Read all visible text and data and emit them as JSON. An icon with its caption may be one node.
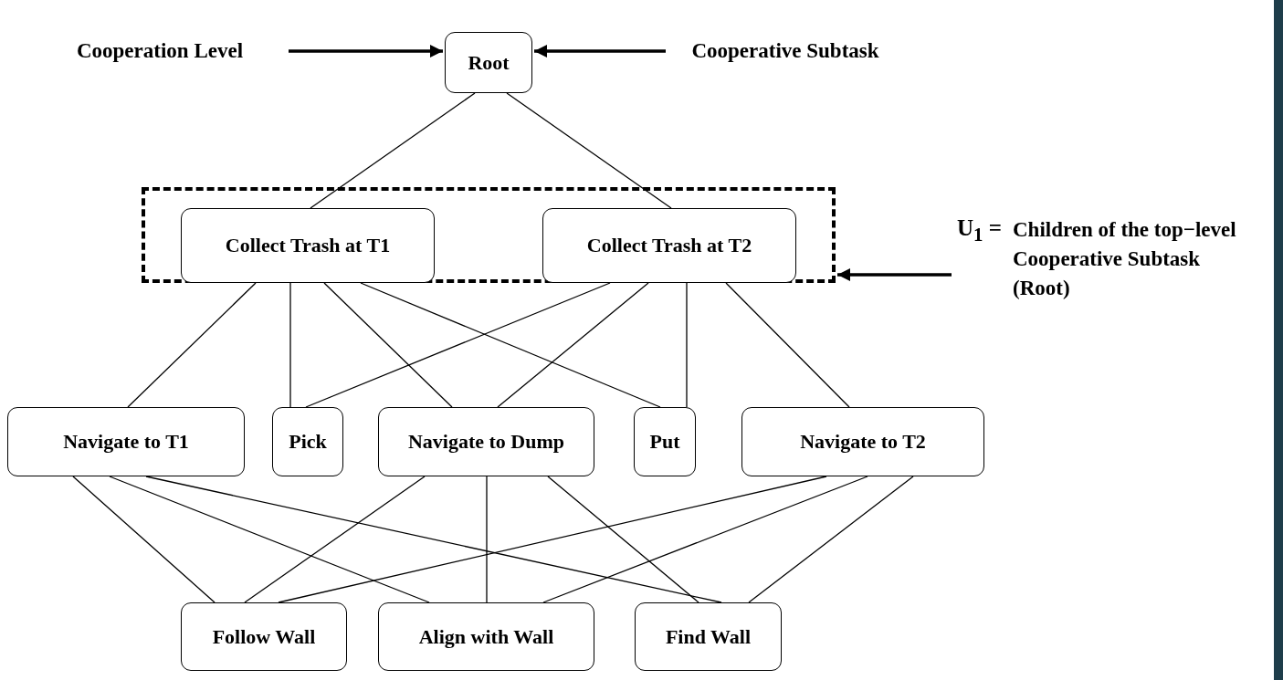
{
  "diagram": {
    "nodes": [
      {
        "text": [
          "Root"
        ]
      },
      {
        "text": [],
        "shape": "box"
      },
      {
        "text": [
          "Collect Trash at T1"
        ],
        "in": 1
      },
      {
        "text": [
          "Collect Trash at T2"
        ],
        "in": 1
      },
      {
        "text": [
          "Navigate to T1"
        ]
      },
      {
        "text": [
          "Pick"
        ]
      },
      {
        "text": [
          "Navigate to Dump"
        ]
      },
      {
        "text": [
          "Put"
        ]
      },
      {
        "text": [
          "Navigate to T2"
        ]
      },
      {
        "text": [
          "Follow Wall"
        ]
      },
      {
        "text": [
          "Align with Wall"
        ]
      },
      {
        "text": [
          "Find Wall"
        ]
      },
      {
        "text": [
          "Cooperation Level"
        ]
      },
      {
        "text": [
          "Cooperative Subtask"
        ]
      },
      {
        "text": [
          "U$_{1}$ =",
          "Children of the top−level Cooperative Subtask (Root)"
        ]
      }
    ],
    "edges": [
      {
        "from": 0,
        "to": 2,
        "arrow": "none"
      },
      {
        "from": 0,
        "to": 3,
        "arrow": "none"
      },
      {
        "from": 2,
        "to": 4,
        "arrow": "none"
      },
      {
        "from": 2,
        "to": 5,
        "arrow": "none"
      },
      {
        "from": 2,
        "to": 6,
        "arrow": "none"
      },
      {
        "from": 2,
        "to": 7,
        "arrow": "none"
      },
      {
        "from": 3,
        "to": 5,
        "arrow": "none"
      },
      {
        "from": 3,
        "to": 6,
        "arrow": "none"
      },
      {
        "from": 3,
        "to": 7,
        "arrow": "none"
      },
      {
        "from": 3,
        "to": 8,
        "arrow": "none"
      },
      {
        "from": 4,
        "to": 9,
        "arrow": "none"
      },
      {
        "from": 4,
        "to": 10,
        "arrow": "none"
      },
      {
        "from": 4,
        "to": 11,
        "arrow": "none"
      },
      {
        "from": 6,
        "to": 9,
        "arrow": "none"
      },
      {
        "from": 6,
        "to": 10,
        "arrow": "none"
      },
      {
        "from": 6,
        "to": 11,
        "arrow": "none"
      },
      {
        "from": 8,
        "to": 9,
        "arrow": "none"
      },
      {
        "from": 8,
        "to": 10,
        "arrow": "none"
      },
      {
        "from": 8,
        "to": 11,
        "arrow": "none"
      },
      {
        "from": 12,
        "to": 0,
        "arrow": "to",
        "style": "thick"
      },
      {
        "from": 13,
        "to": 0,
        "arrow": "to",
        "style": "thick"
      },
      {
        "from": 14,
        "to": 1,
        "arrow": "to",
        "style": "thick"
      }
    ]
  }
}
